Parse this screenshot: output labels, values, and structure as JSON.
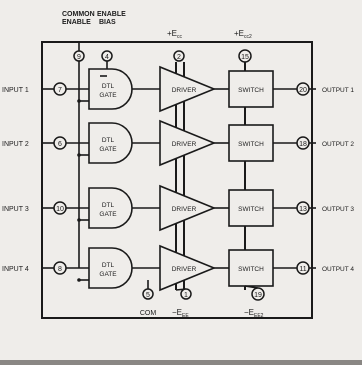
{
  "header": {
    "common_enable": "COMMON\nENABLE",
    "enable_bias": "ENABLE\nBIAS",
    "vcc_top": "+ECC",
    "vcc_top_main": "+E",
    "vcc_top_sub": "cc",
    "vcc2_main": "+E",
    "vcc2_sub": "cc2"
  },
  "top_pins": {
    "common_enable": "9",
    "enable_bias": "4",
    "vcc": "2",
    "vcc2": "15"
  },
  "bottom": {
    "com_label": "COM",
    "com_pin": "5",
    "vee_pin": "1",
    "vee_main": "−E",
    "vee_sub": "EE",
    "vee2_pin": "19",
    "vee2_main": "−E",
    "vee2_sub": "EE2"
  },
  "channels": [
    {
      "input": "INPUT 1",
      "in_pin": "7",
      "gate": [
        "DTL",
        "GATE"
      ],
      "driver": "DRIVER",
      "switch": "SWITCH",
      "out_pin": "20",
      "output": "OUTPUT 1"
    },
    {
      "input": "INPUT 2",
      "in_pin": "6",
      "gate": [
        "DTL",
        "GATE"
      ],
      "driver": "DRIVER",
      "switch": "SWITCH",
      "out_pin": "18",
      "output": "OUTPUT 2"
    },
    {
      "input": "INPUT 3",
      "in_pin": "10",
      "gate": [
        "DTL",
        "GATE"
      ],
      "driver": "DRIVER",
      "switch": "SWITCH",
      "out_pin": "13",
      "output": "OUTPUT 3"
    },
    {
      "input": "INPUT 4",
      "in_pin": "8",
      "gate": [
        "DTL",
        "GATE"
      ],
      "driver": "DRIVER",
      "switch": "SWITCH",
      "out_pin": "11",
      "output": "OUTPUT 4"
    }
  ]
}
